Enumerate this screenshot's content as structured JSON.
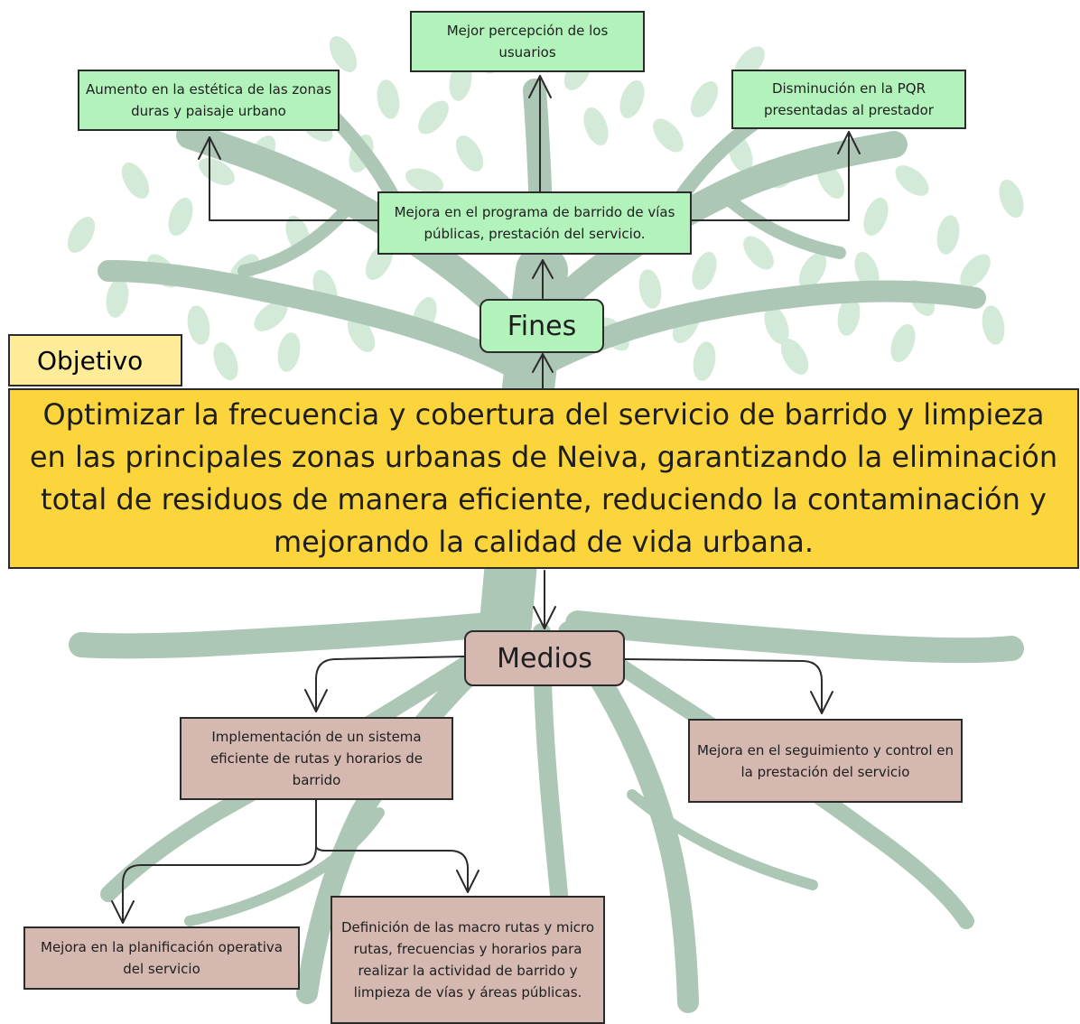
{
  "colors": {
    "tree": "#adc7b6",
    "leaf": "#d4ead8",
    "fines_box": "#b2f2bb",
    "medios_box": "#d5b8b0",
    "objective_label": "#ffec99",
    "objective_box": "#fcd43b",
    "stroke": "#2b2b2b"
  },
  "fines": {
    "label": "Fines",
    "main": "Mejora en el programa de barrido de vías públicas, prestación del servicio.",
    "effects": {
      "left": "Aumento en la estética de las zonas duras y paisaje urbano",
      "center": "Mejor percepción de los usuarios",
      "right": "Disminución en la PQR presentadas al prestador"
    }
  },
  "objective": {
    "label": "Objetivo",
    "text": "Optimizar la frecuencia y cobertura del servicio de barrido y limpieza en las principales zonas urbanas de Neiva, garantizando la eliminación total de residuos de manera eficiente, reduciendo la contaminación y mejorando la calidad de vida urbana."
  },
  "medios": {
    "label": "Medios",
    "left": "Implementación de un sistema eficiente de rutas y horarios de barrido",
    "right": "Mejora en el seguimiento y control en la prestación del servicio",
    "sub_left": "Mejora en la planificación operativa del servicio",
    "sub_right": "Definición de las macro rutas y micro rutas, frecuencias y horarios para realizar la actividad de barrido y limpieza de vías y áreas públicas."
  }
}
